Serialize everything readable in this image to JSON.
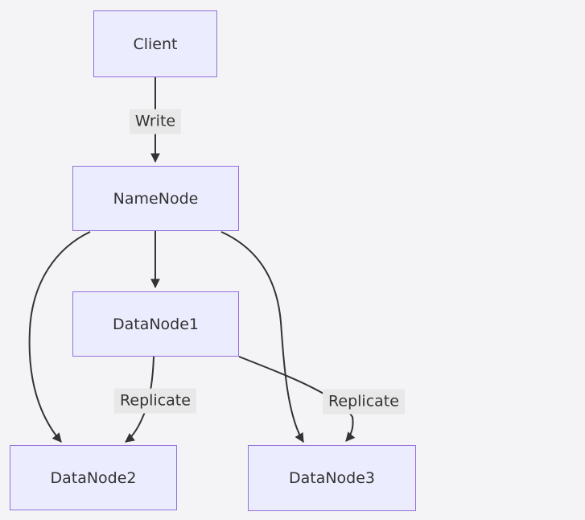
{
  "diagram": {
    "type": "flowchart",
    "direction": "top-down",
    "nodes": {
      "client": {
        "label": "Client"
      },
      "namenode": {
        "label": "NameNode"
      },
      "datanode1": {
        "label": "DataNode1"
      },
      "datanode2": {
        "label": "DataNode2"
      },
      "datanode3": {
        "label": "DataNode3"
      }
    },
    "edges": [
      {
        "from": "Client",
        "to": "NameNode",
        "label": "Write"
      },
      {
        "from": "NameNode",
        "to": "DataNode1",
        "label": ""
      },
      {
        "from": "NameNode",
        "to": "DataNode2",
        "label": ""
      },
      {
        "from": "NameNode",
        "to": "DataNode3",
        "label": ""
      },
      {
        "from": "DataNode1",
        "to": "DataNode2",
        "label": "Replicate"
      },
      {
        "from": "DataNode1",
        "to": "DataNode3",
        "label": "Replicate"
      }
    ],
    "colors": {
      "background": "#f4f4f6",
      "node_fill": "#ECECFF",
      "node_border": "#9370DB",
      "edge_stroke": "#333333",
      "edge_label_background": "#e8e8e8",
      "text": "#333333"
    }
  }
}
